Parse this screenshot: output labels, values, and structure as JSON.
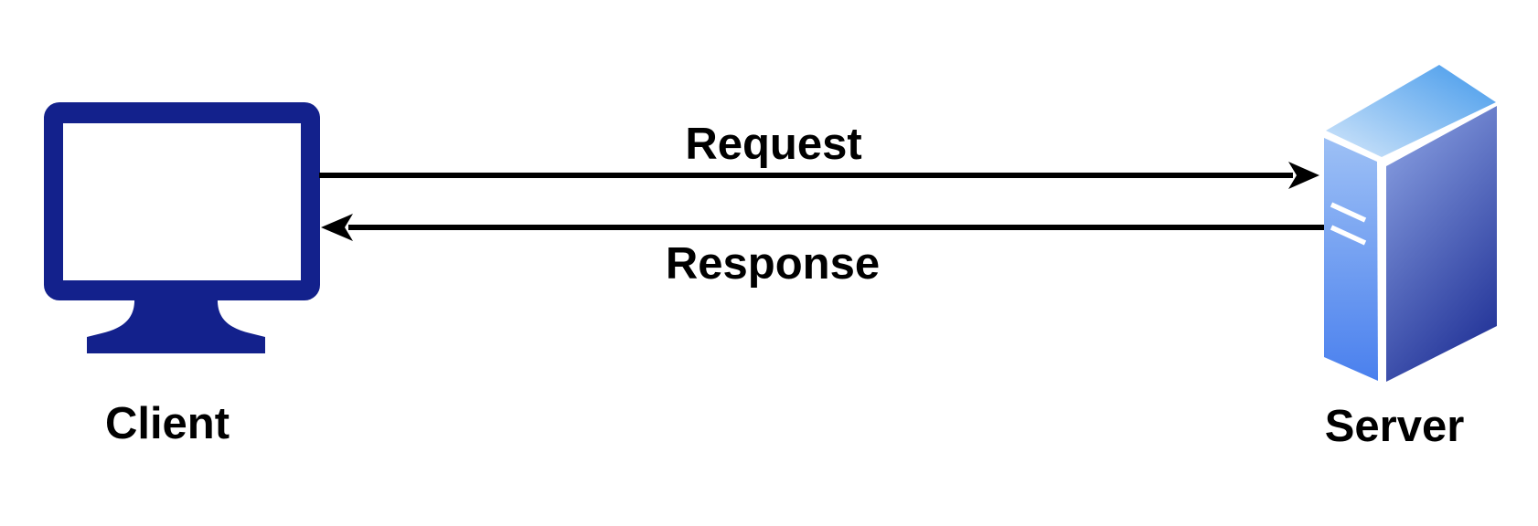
{
  "diagram": {
    "background": "#ffffff",
    "nodes": [
      {
        "id": "client",
        "label": "Client",
        "icon": "desktop-monitor-icon"
      },
      {
        "id": "server",
        "label": "Server",
        "icon": "server-tower-icon"
      }
    ],
    "edges": [
      {
        "id": "request",
        "label": "Request",
        "from": "client",
        "to": "server",
        "direction": "right"
      },
      {
        "id": "response",
        "label": "Response",
        "from": "server",
        "to": "client",
        "direction": "left"
      }
    ],
    "colors": {
      "arrow": "#000000",
      "label_text": "#000000",
      "client_icon": "#13218C",
      "client_screen": "#FFFFFF",
      "server_top_light": "#D2E6FA",
      "server_top_dark": "#4399EB",
      "server_front_light": "#9DC0F5",
      "server_front_dark": "#4A80EE",
      "server_side_light": "#8CA3E4",
      "server_side_dark": "#27389B",
      "server_vent": "#FFFFFF"
    }
  }
}
